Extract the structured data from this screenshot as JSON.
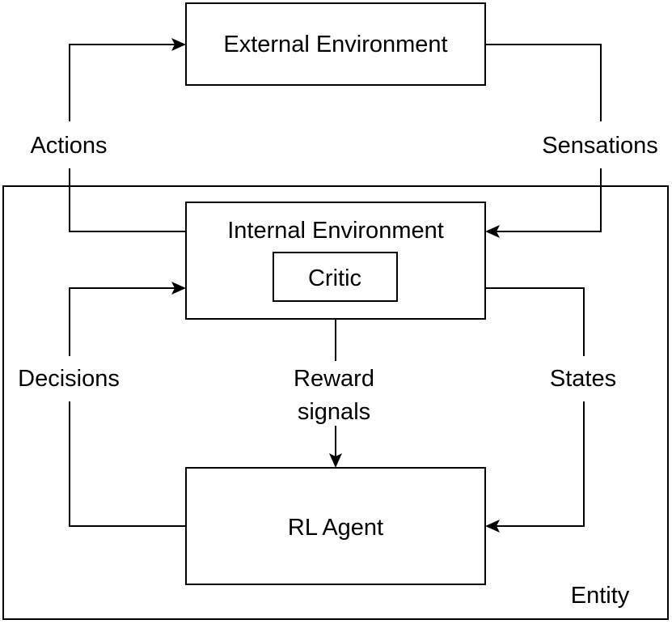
{
  "diagram": {
    "nodes": {
      "external_env": "External Environment",
      "internal_env": "Internal Environment",
      "critic": "Critic",
      "rl_agent": "RL Agent",
      "entity": "Entity"
    },
    "edges": {
      "actions": "Actions",
      "sensations": "Sensations",
      "decisions": "Decisions",
      "states": "States",
      "reward_line1": "Reward",
      "reward_line2": "signals"
    }
  }
}
